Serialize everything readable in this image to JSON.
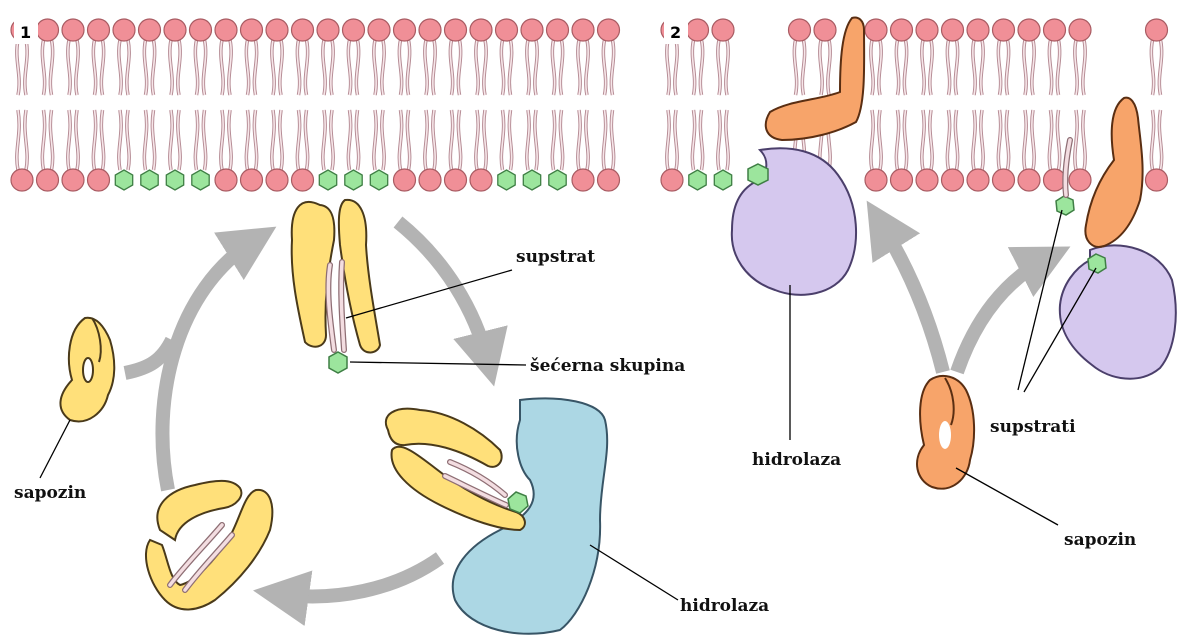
{
  "panel_1": {
    "number": "1",
    "labels": {
      "substrate": "supstrat",
      "sugar_group": "šećerna skupina",
      "saposin": "sapozin",
      "hydrolase": "hidrolaza"
    }
  },
  "panel_2": {
    "number": "2",
    "labels": {
      "hydrolase": "hidrolaza",
      "substrates": "supstrati",
      "saposin": "sapozin"
    }
  },
  "colors": {
    "lipid_head": "#f08f97",
    "lipid_tail": "#b48a93",
    "sugar": "#9ce59d",
    "saposin_yellow": "#ffe07a",
    "saposin_orange": "#f7a46a",
    "hydrolase_blue": "#acd7e4",
    "hydrolase_purple": "#d5c8ee",
    "arrow": "#b3b3b3"
  }
}
